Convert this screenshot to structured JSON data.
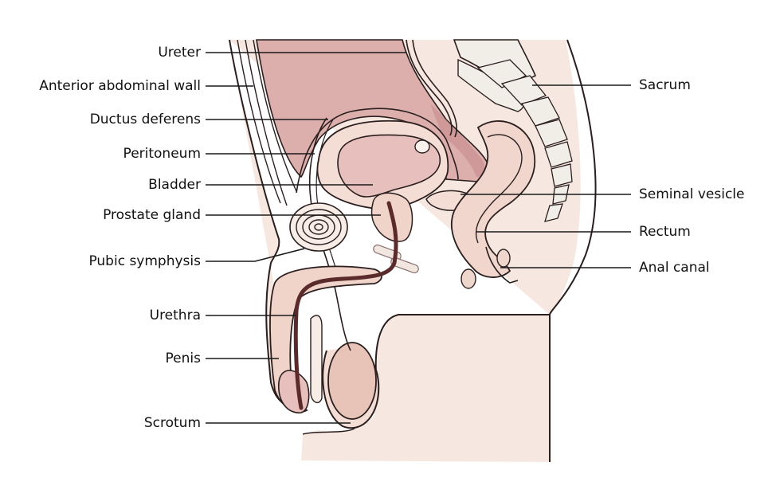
{
  "labels_left": [
    {
      "id": "ureter",
      "text": "Ureter"
    },
    {
      "id": "anterior-abdominal-wall",
      "text": "Anterior abdominal wall"
    },
    {
      "id": "ductus-deferens",
      "text": "Ductus deferens"
    },
    {
      "id": "peritoneum",
      "text": "Peritoneum"
    },
    {
      "id": "bladder",
      "text": "Bladder"
    },
    {
      "id": "prostate-gland",
      "text": "Prostate gland"
    },
    {
      "id": "pubic-symphysis",
      "text": "Pubic symphysis"
    },
    {
      "id": "urethra",
      "text": "Urethra"
    },
    {
      "id": "penis",
      "text": "Penis"
    },
    {
      "id": "scrotum",
      "text": "Scrotum"
    }
  ],
  "labels_right": [
    {
      "id": "sacrum",
      "text": "Sacrum"
    },
    {
      "id": "seminal-vesicle",
      "text": "Seminal vesicle"
    },
    {
      "id": "rectum",
      "text": "Rectum"
    },
    {
      "id": "anal-canal",
      "text": "Anal canal"
    }
  ],
  "colors": {
    "skin": "#f6e8e0",
    "tissue_pink": "#efd6cc",
    "cavity": "#d9a9a6",
    "cavity_dark": "#c4878a",
    "outline": "#2a1e1e",
    "urethra": "#5b2b2b",
    "bone": "#f1eee8",
    "testis": "#e8c4b8"
  }
}
